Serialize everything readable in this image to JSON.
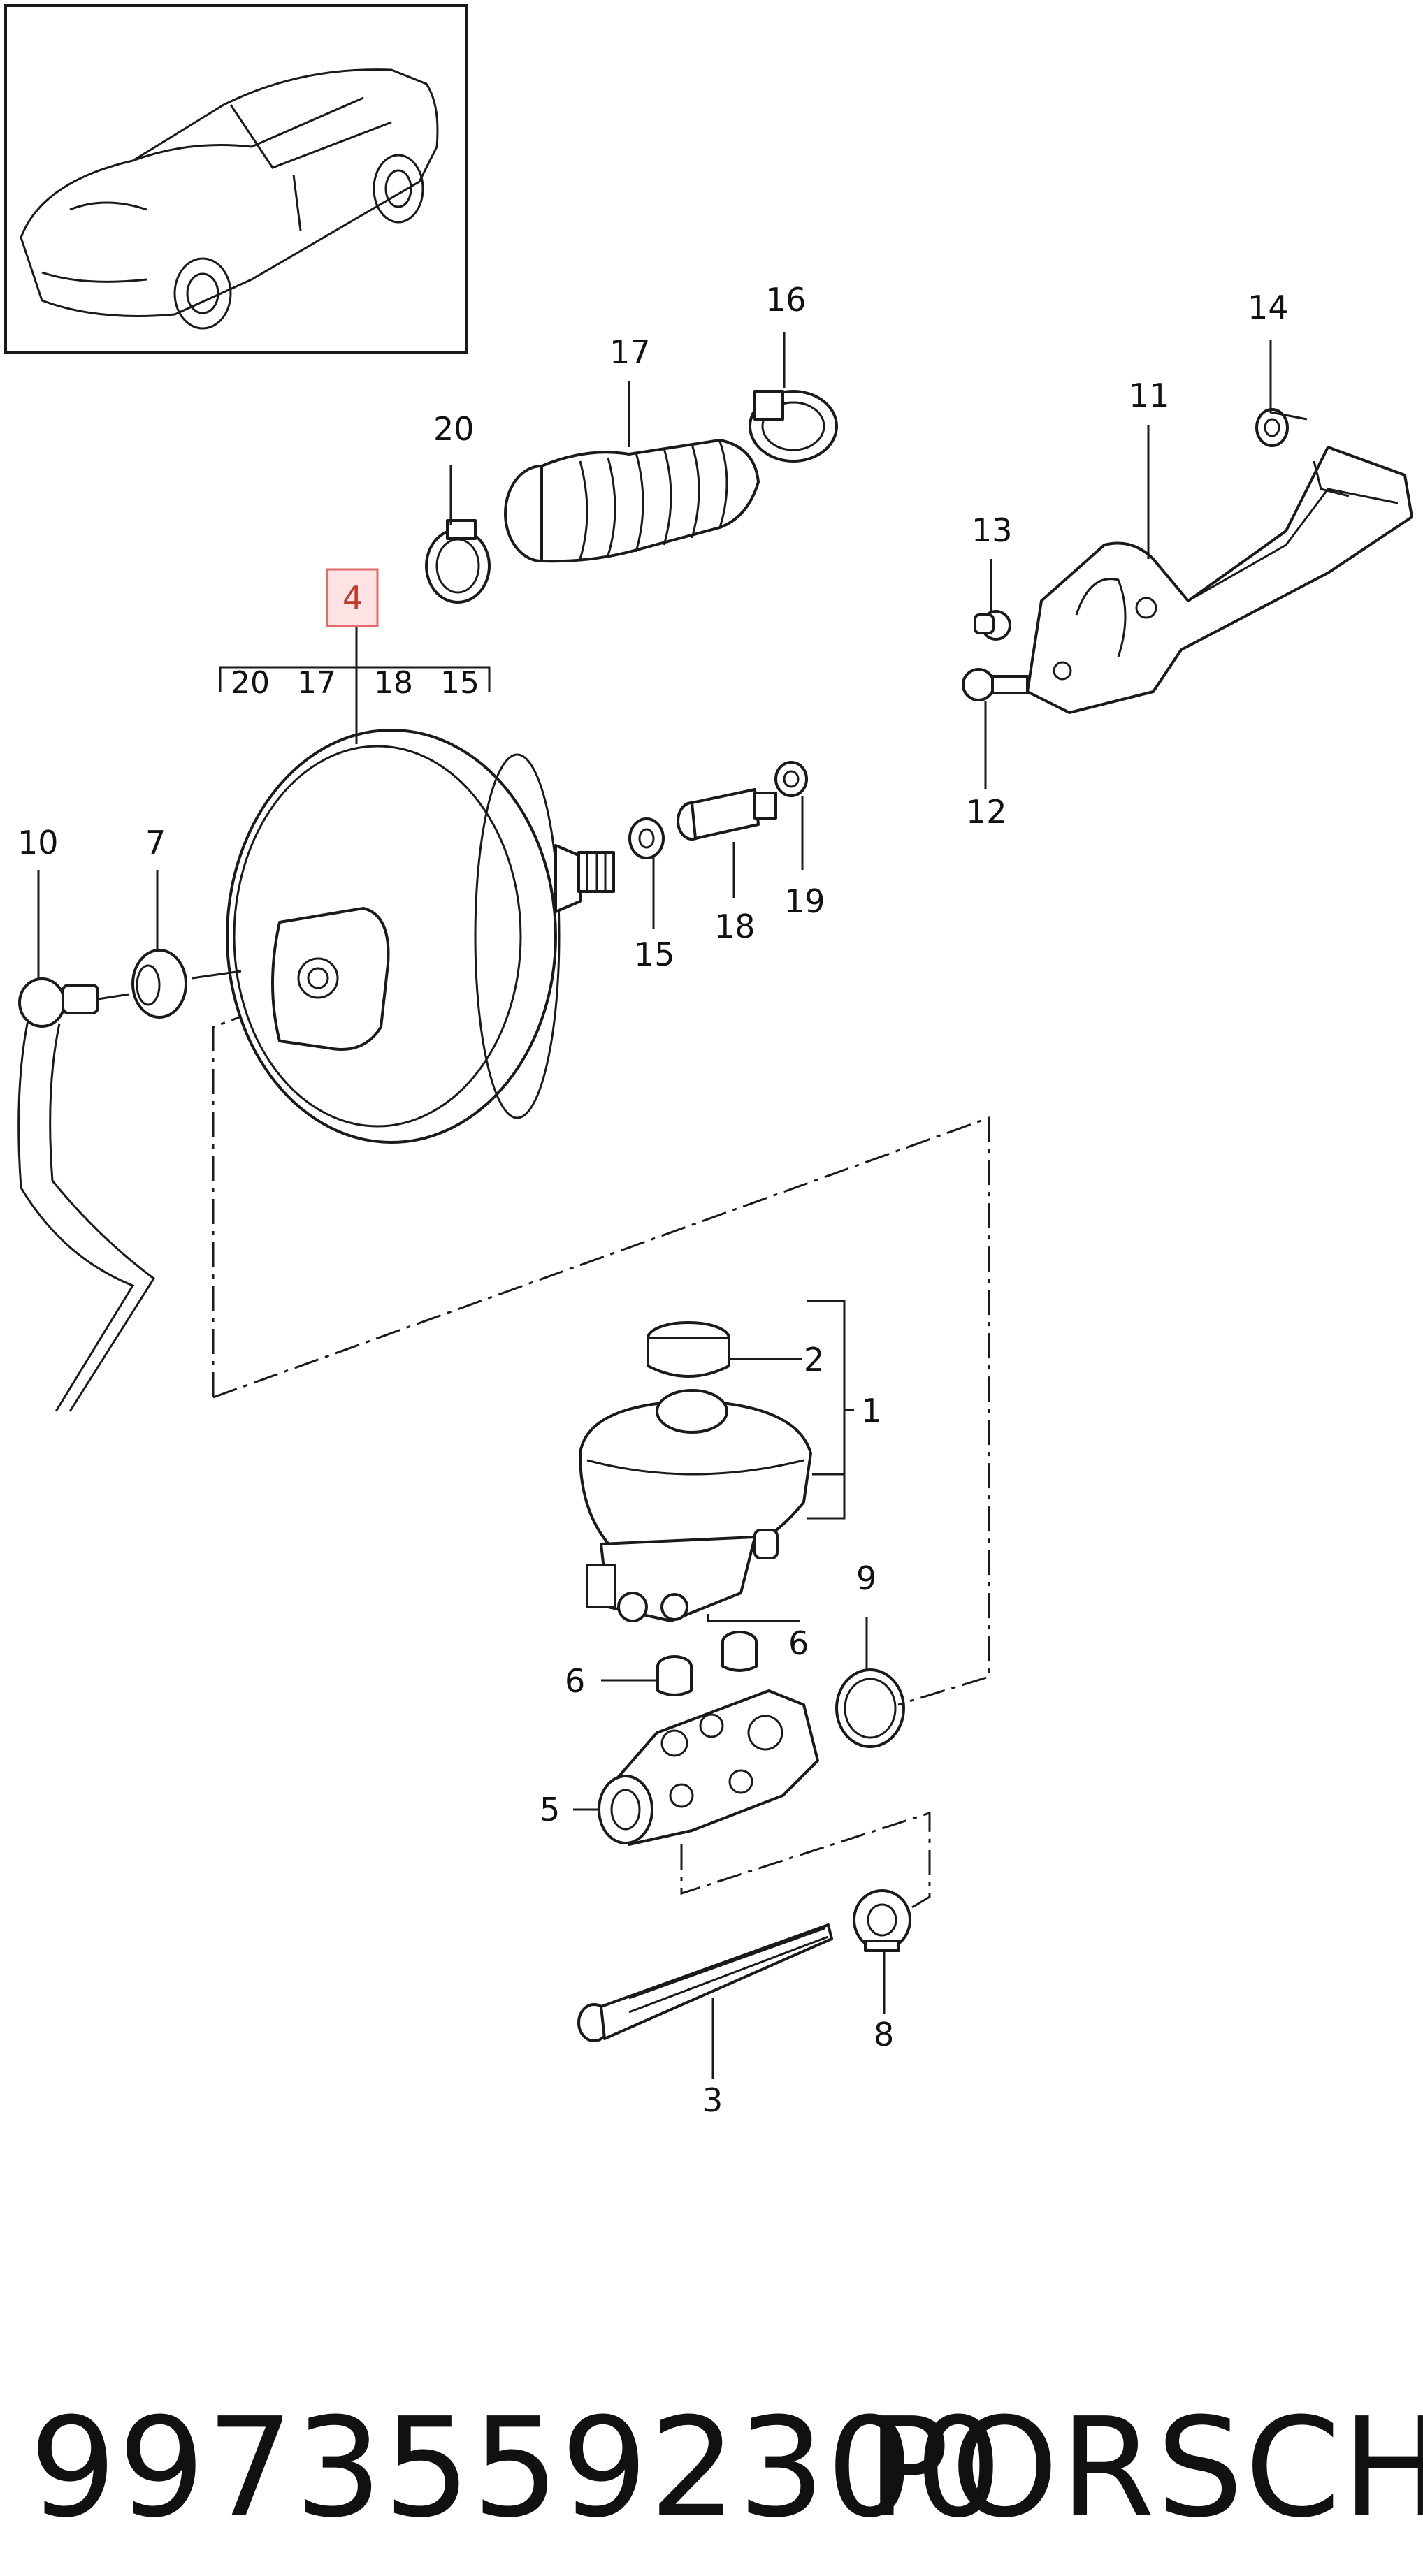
{
  "diagram": {
    "callouts": {
      "c1": "1",
      "c2": "2",
      "c3": "3",
      "c4": "4",
      "c5": "5",
      "c6a": "6",
      "c6b": "6",
      "c7": "7",
      "c8": "8",
      "c9": "9",
      "c10": "10",
      "c11": "11",
      "c12": "12",
      "c13": "13",
      "c14": "14",
      "c15": "15",
      "c16": "16",
      "c17": "17",
      "c18": "18",
      "c19": "19",
      "c20": "20"
    },
    "highlighted_callout": "4",
    "subassembly_labels": [
      "20",
      "17",
      "18",
      "15"
    ],
    "highlight_color": "#e36a6a"
  },
  "footer": {
    "part_number": "99735592300",
    "brand": "PORSCHE"
  }
}
